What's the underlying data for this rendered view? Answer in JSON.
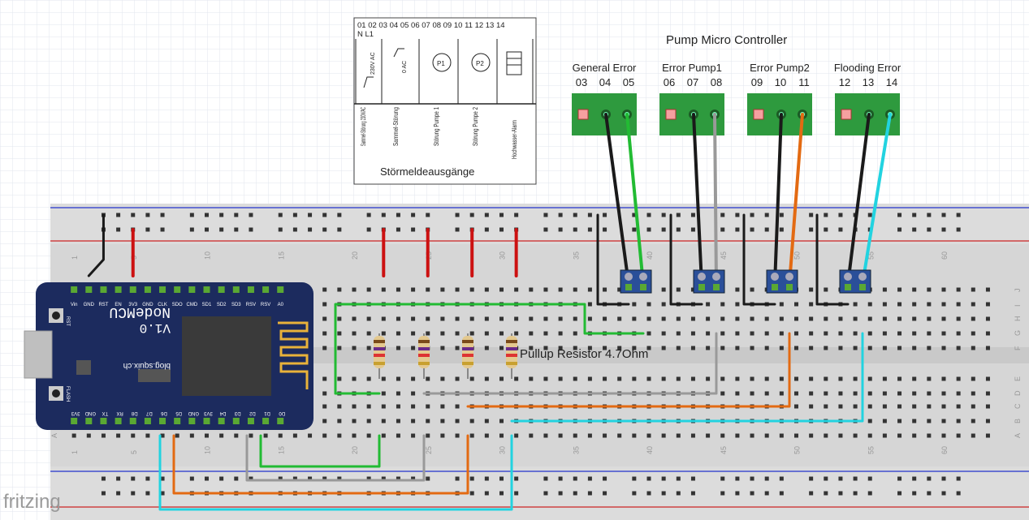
{
  "controller": {
    "title": "Pump Micro Controller",
    "terminal_groups": [
      {
        "label": "General Error",
        "pins": [
          "03",
          "04",
          "05"
        ],
        "wire_color": "#22bb33"
      },
      {
        "label": "Error Pump1",
        "pins": [
          "06",
          "07",
          "08"
        ],
        "wire_color": "#999999"
      },
      {
        "label": "Error Pump2",
        "pins": [
          "09",
          "10",
          "11"
        ],
        "wire_color": "#e36a12"
      },
      {
        "label": "Flooding Error",
        "pins": [
          "12",
          "13",
          "14"
        ],
        "wire_color": "#22d3e0"
      }
    ]
  },
  "datasheet": {
    "terminal_numbers": "01 02 03 04 05 06 07 08 09 10 11 12 13 14",
    "terminal_sub": "N  L1",
    "ratings": [
      "230V AC",
      "0 AC"
    ],
    "pump_symbols": [
      "P1",
      "P2"
    ],
    "column_labels": [
      "Sammel-Störung 230V/AC",
      "Sammel-Störung",
      "Störung Pumpe 1",
      "Störung Pumpe 2",
      "Hochwasser-Alarm"
    ],
    "caption": "Störmeldeausgänge"
  },
  "board": {
    "name_line1": "NodeMCU",
    "name_line2": "V1.0",
    "url": "blog.squix.ch",
    "top_pins": [
      "Vin",
      "GND",
      "RST",
      "EN",
      "3V3",
      "GND",
      "CLK",
      "SDO",
      "CMD",
      "SD1",
      "SD2",
      "SD3",
      "RSV",
      "RSV",
      "A0"
    ],
    "bottom_pins": [
      "3V3",
      "GND",
      "TX",
      "RX",
      "D8",
      "D7",
      "D6",
      "D5",
      "GND",
      "3V3",
      "D4",
      "D3",
      "D2",
      "D1",
      "D0"
    ],
    "button_labels": [
      "RST",
      "FLASH"
    ]
  },
  "breadboard": {
    "row_letters_top": [
      "J",
      "I",
      "H",
      "G",
      "F"
    ],
    "row_letters_bottom": [
      "E",
      "D",
      "C",
      "B",
      "A"
    ],
    "column_numbers": [
      "1",
      "5",
      "10",
      "15",
      "20",
      "25",
      "30",
      "35",
      "40",
      "45",
      "50",
      "55",
      "60"
    ]
  },
  "resistor_label": "Pullup Resistor 4.7Ohm",
  "watermark": "fritzing",
  "colors": {
    "green": "#22bb33",
    "gray": "#999999",
    "orange": "#e36a12",
    "cyan": "#22d3e0",
    "red": "#cc1111",
    "black": "#1a1a1a",
    "board": "#1c2b5e",
    "terminal": "#2e9a3e"
  }
}
